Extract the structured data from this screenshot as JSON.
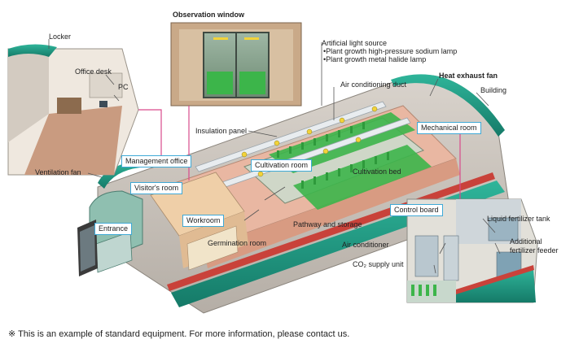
{
  "labels": {
    "observation_window": "Observation window",
    "locker": "Locker",
    "office_desk": "Office desk",
    "pc": "PC",
    "artificial_light_title": "Artificial light source",
    "artificial_light_1": "•Plant growth high-pressure sodium lamp",
    "artificial_light_2": "•Plant growth metal halide lamp",
    "heat_exhaust_fan": "Heat exhaust fan",
    "air_conditioning_duct": "Air conditioning duct",
    "building": "Building",
    "insulation_panel": "Insulation panel",
    "mechanical_room": "Mechanical room",
    "ventilation_fan": "Ventilation fan",
    "management_office": "Management office",
    "cultivation_room": "Cultivation room",
    "visitors_room": "Visitor's room",
    "cultivation_bed": "Cultivation bed",
    "entrance": "Entrance",
    "workroom": "Workroom",
    "pathway_storage": "Pathway and storage",
    "control_board": "Control board",
    "liquid_fertilizer_tank": "Liquid fertilizer tank",
    "germination_room": "Germination room",
    "air_conditioner": "Air conditioner",
    "additional_feeder_1": "Additional",
    "additional_feeder_2": "fertilizer feeder",
    "co2_supply_unit": "CO₂ supply unit"
  },
  "footnote": "※ This is an example of standard equipment. For more information, please contact us.",
  "colors": {
    "accent_box": "#3fa9d6",
    "roof_teal": "#1f9b86",
    "floor_pink": "#e9b7a2",
    "plant_green": "#3cb54a",
    "leader_pink": "#d94b8c"
  }
}
